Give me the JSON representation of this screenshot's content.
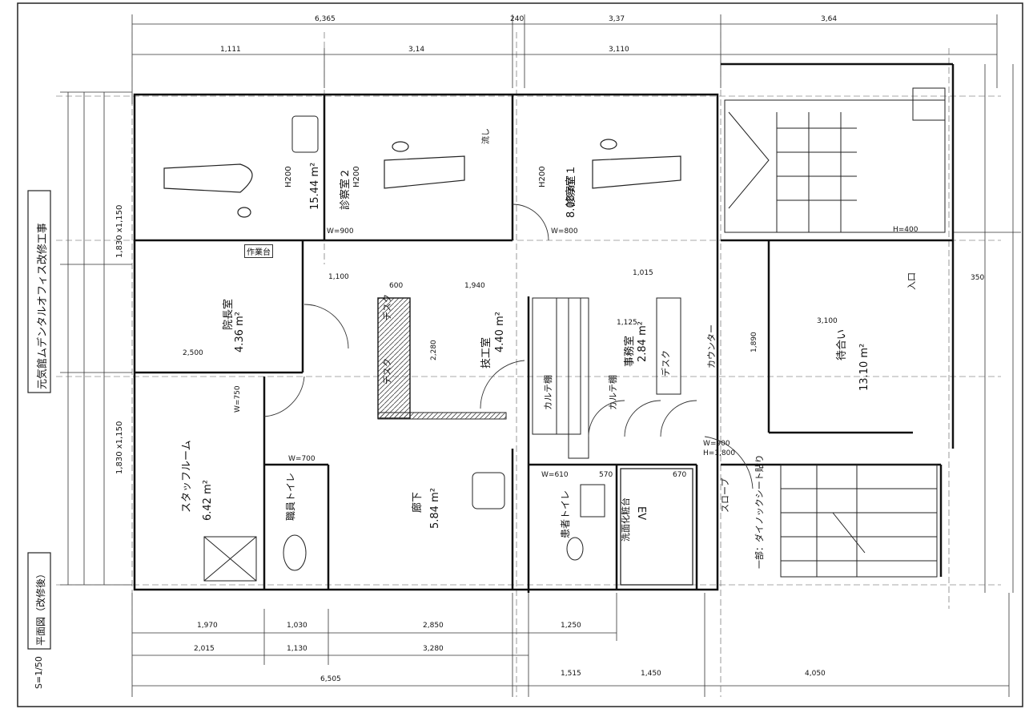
{
  "sheet": {
    "project_title": "元気館ムデンタルオフィス改修工事",
    "drawing_name": "平面図（改修後）",
    "scale": "S=1/50"
  },
  "rooms": [
    {
      "id": "shinsatsu1",
      "name": "診察室１",
      "area": "8.08 m²"
    },
    {
      "id": "shinsatsu2",
      "name": "診察室２",
      "area": "15.44 m²"
    },
    {
      "id": "doctor-room",
      "name": "院長室",
      "area": "4.36 m²"
    },
    {
      "id": "technician",
      "name": "技工室",
      "area": "4.40 m²"
    },
    {
      "id": "office",
      "name": "事務室",
      "area": "2.84 m²"
    },
    {
      "id": "waiting",
      "name": "待合い",
      "area": "13.10 m²"
    },
    {
      "id": "staff-room",
      "name": "スタッフルーム",
      "area": "6.42 m²"
    },
    {
      "id": "corridor",
      "name": "廊下",
      "area": "5.84 m²"
    },
    {
      "id": "toilet-staff",
      "name": "職員トイレ",
      "area": ""
    },
    {
      "id": "toilet-patient",
      "name": "患者トイレ",
      "area": ""
    },
    {
      "id": "elevator",
      "name": "EV",
      "area": ""
    }
  ],
  "labels": {
    "desk1": "デスク",
    "desk2": "デスク",
    "desk3": "デスク",
    "karte": "カルテ棚",
    "karte2": "カルテ棚",
    "counter": "カウンター",
    "workbench": "作業台",
    "sink_label": "流し",
    "wash": "洗面化粧台",
    "stair_note": "一部：ダイノックシート貼り",
    "ramp": "スロープ",
    "ent": "入口"
  },
  "dimensions": {
    "top_total_left": "6,365",
    "top_mid": "240",
    "top_right": "3,37",
    "top_far_right": "3,64",
    "top_row2_a": "1,111",
    "top_row2_b": "3,14",
    "top_row2_c": "3,110",
    "bottom_a": "1,970",
    "bottom_b": "1,030",
    "bottom_c": "2,850",
    "bottom_d": "1,250",
    "bottom_row2_a": "2,015",
    "bottom_row2_b": "1,130",
    "bottom_row2_c": "3,280",
    "bottom_total_left": "6,505",
    "bottom_total_mid": "1,515",
    "bottom_total_mid2": "1,450",
    "bottom_total_right": "4,050",
    "left_a": "1,830 x1,150",
    "left_b": "1,830 x1,150",
    "w900": "W=900",
    "w800": "W=800",
    "w750": "W=750",
    "w700": "W=700",
    "w610": "W=610",
    "w_door": "W=900",
    "h1800": "H=1,800",
    "d1100": "1,100",
    "d1015": "1,015",
    "d2500": "2,500",
    "d1940": "1,940",
    "d600": "600",
    "d2280": "2,280",
    "d1125": "1,125",
    "d3100": "3,100",
    "d1890": "1,890",
    "d570": "570",
    "d670": "670",
    "d350": "350",
    "h400": "H=400",
    "h200a": "H200",
    "h200b": "H200",
    "h200c": "H200"
  }
}
